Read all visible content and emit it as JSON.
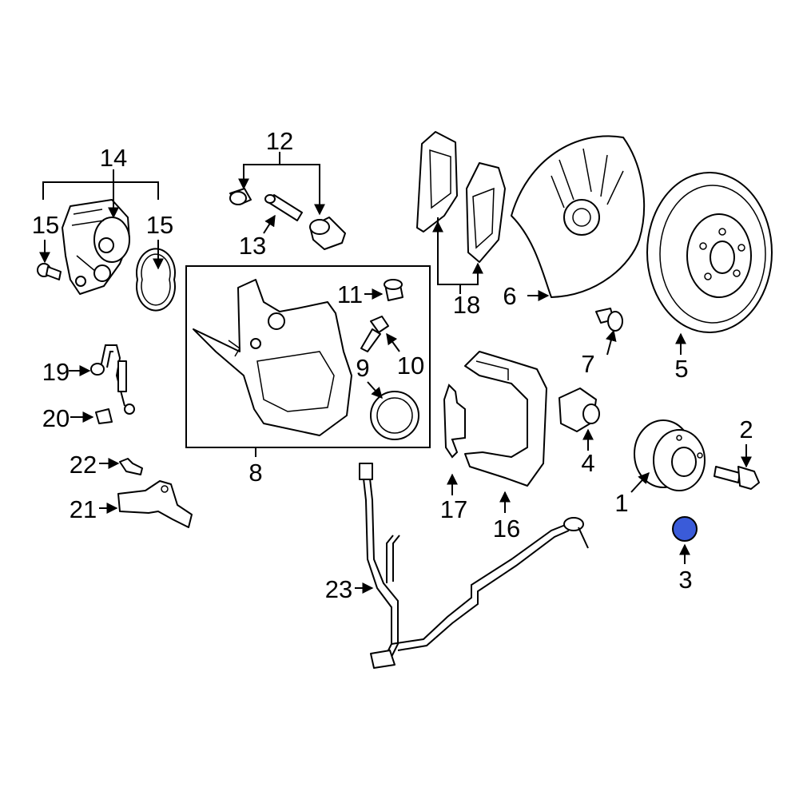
{
  "highlight_color": "#3a5bd9",
  "highlighted_part": "3",
  "callouts": {
    "c1": "1",
    "c2": "2",
    "c3": "3",
    "c4": "4",
    "c5": "5",
    "c6": "6",
    "c7": "7",
    "c8": "8",
    "c9": "9",
    "c10": "10",
    "c11": "11",
    "c12": "12",
    "c13": "13",
    "c14": "14",
    "c15a": "15",
    "c15b": "15",
    "c16": "16",
    "c17": "17",
    "c18": "18",
    "c19": "19",
    "c20": "20",
    "c21": "21",
    "c22": "22",
    "c23": "23"
  }
}
